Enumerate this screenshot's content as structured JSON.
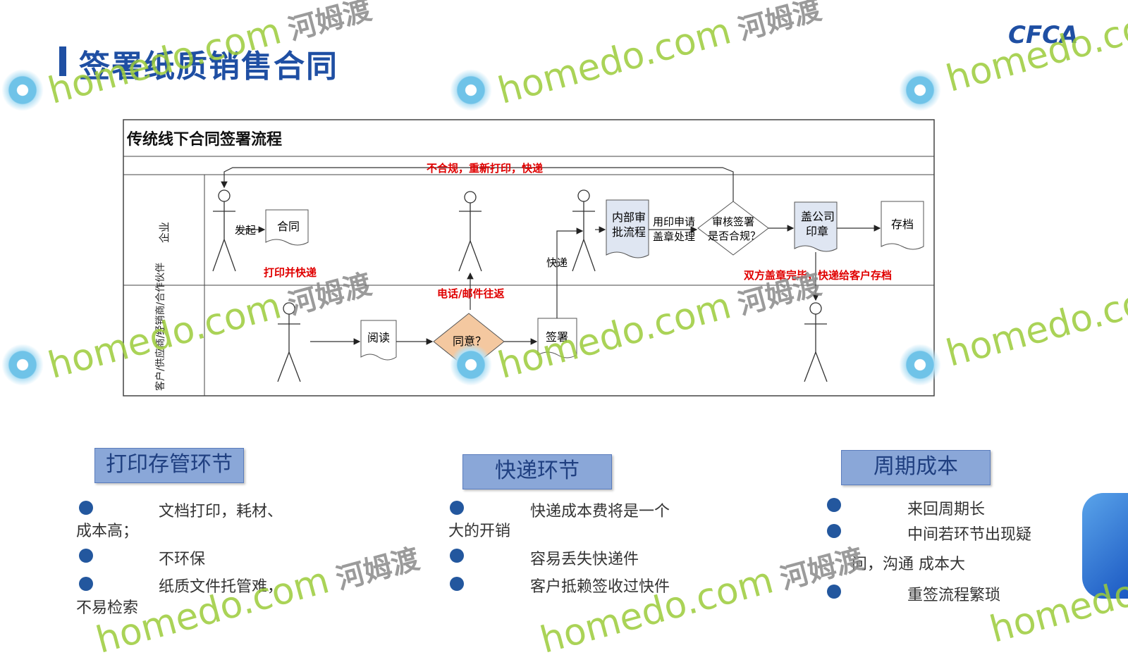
{
  "title": "签署纸质销售合同",
  "logo": "CFCA",
  "watermark": {
    "en": "homedo.com",
    "cn": "河姆渡"
  },
  "diagram": {
    "heading": "传统线下合同签署流程",
    "lanes": [
      {
        "label": "企业"
      },
      {
        "label": "客户/供应商/经销商/合作伙伴"
      }
    ],
    "nodes": {
      "contract": "合同",
      "read": "阅读",
      "agree": "同意？",
      "sign": "签署",
      "internal_approval": "内部审批流程",
      "review": "审核签署是否合规？",
      "stamp": "盖公司印章",
      "archive": "存档"
    },
    "labels": {
      "initiate": "发起",
      "express": "快递",
      "apply_stamp": "用印申请盖章处理",
      "print_express": "打印并快递",
      "phone_email": "电话/邮件往返",
      "noncompliant": "不合规，重新打印，快递",
      "both_stamped": "双方盖章完毕，快递给客户存档"
    },
    "colors": {
      "alert_red": "#e00000",
      "diamond_fill": "#f4c8a0",
      "doc_fill": "#dfe6f2"
    }
  },
  "sections": [
    {
      "header": "打印存管环节",
      "items": [
        {
          "text": "文档打印，耗材、",
          "cont": "成本高；"
        },
        {
          "text": "不环保"
        },
        {
          "text": "纸质文件托管难，",
          "cont": "不易检索"
        }
      ]
    },
    {
      "header": "快递环节",
      "items": [
        {
          "text": "快递成本费将是一个",
          "cont": "大的开销"
        },
        {
          "text": "容易丢失快递件"
        },
        {
          "text": "客户抵赖签收过快件"
        }
      ]
    },
    {
      "header": "周期成本",
      "items": [
        {
          "text": "来回周期长"
        },
        {
          "text": "中间若环节出现疑",
          "cont": "问，沟通 成本大"
        },
        {
          "text": "重签流程繁琐"
        }
      ]
    }
  ],
  "footer_note": ""
}
